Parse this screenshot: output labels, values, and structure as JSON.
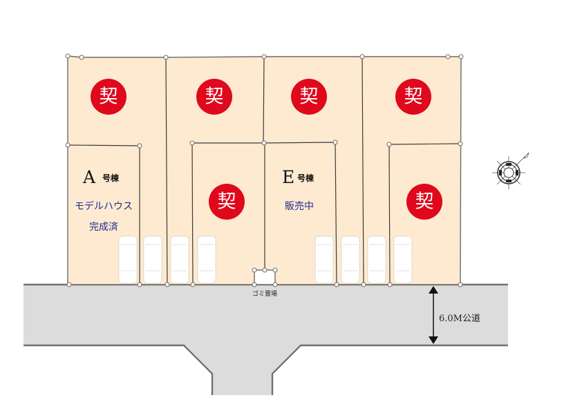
{
  "site_plan": {
    "seal_char": "契",
    "lots": [
      {
        "id": "upper-1",
        "status": "contracted",
        "seal": true
      },
      {
        "id": "upper-2",
        "status": "contracted",
        "seal": true
      },
      {
        "id": "upper-3",
        "status": "contracted",
        "seal": true
      },
      {
        "id": "upper-4",
        "status": "contracted",
        "seal": true
      },
      {
        "id": "A",
        "status": "model-house",
        "seal": false
      },
      {
        "id": "front-2",
        "status": "contracted",
        "seal": true
      },
      {
        "id": "E",
        "status": "for-sale",
        "seal": false
      },
      {
        "id": "front-4",
        "status": "contracted",
        "seal": true
      }
    ],
    "house_a": {
      "letter": "A",
      "suffix": "号棟",
      "status_line1": "モデルハウス",
      "status_line2": "完成済"
    },
    "house_e": {
      "letter": "E",
      "suffix": "号棟",
      "status_line1": "販売中"
    },
    "garbage_label": "ゴミ置場",
    "road_label": "6.0M公道",
    "parking_spaces": 8,
    "compass": {
      "icon": "compass-rose-icon",
      "direction": "north-east"
    },
    "colors": {
      "lot_fill": "#fdead0",
      "seal_red": "#e0081c",
      "road_gray": "#dcdcdc",
      "status_blue": "#1f2a93"
    }
  }
}
